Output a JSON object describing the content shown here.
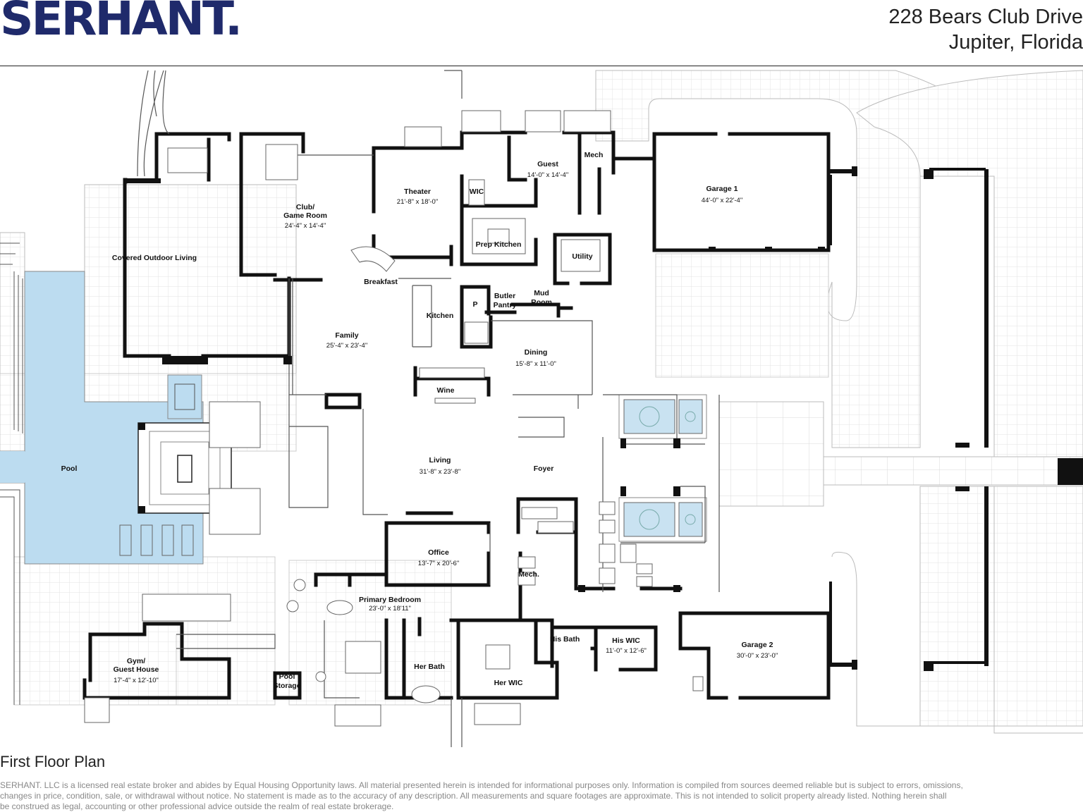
{
  "header": {
    "brand": "SERHANT.",
    "address_line1": "228 Bears Club Drive",
    "address_line2": "Jupiter, Florida"
  },
  "plan": {
    "title": "First Floor Plan",
    "colors": {
      "wall": "#111111",
      "pool": "#bcdcf0",
      "hatch": "#e2e2e2",
      "line": "#999999"
    },
    "rooms": [
      {
        "id": "club",
        "name": "Club/",
        "name2": "Game Room",
        "dims": "24'-4\" x 14'-4\""
      },
      {
        "id": "theater",
        "name": "Theater",
        "dims": "21'-8\" x 18'-0\""
      },
      {
        "id": "wic",
        "name": "WIC"
      },
      {
        "id": "guest",
        "name": "Guest",
        "dims": "14'-0\" x 14'-4\""
      },
      {
        "id": "mech",
        "name": "Mech"
      },
      {
        "id": "garage1",
        "name": "Garage 1",
        "dims": "44'-0\" x 22'-4\""
      },
      {
        "id": "prep",
        "name": "Prep Kitchen"
      },
      {
        "id": "utility",
        "name": "Utility"
      },
      {
        "id": "covered",
        "name": "Covered Outdoor Living"
      },
      {
        "id": "breakfast",
        "name": "Breakfast"
      },
      {
        "id": "kitchen",
        "name": "Kitchen"
      },
      {
        "id": "pantry",
        "name": "P"
      },
      {
        "id": "butler",
        "name": "Butler",
        "name2": "Pantry"
      },
      {
        "id": "mud",
        "name": "Mud",
        "name2": "Room"
      },
      {
        "id": "family",
        "name": "Family",
        "dims": "25'-4\" x 23'-4\""
      },
      {
        "id": "dining",
        "name": "Dining",
        "dims": "15'-8\" x 11'-0\""
      },
      {
        "id": "wine",
        "name": "Wine"
      },
      {
        "id": "pool",
        "name": "Pool"
      },
      {
        "id": "living",
        "name": "Living",
        "dims": "31'-8\" x 23'-8\""
      },
      {
        "id": "foyer",
        "name": "Foyer"
      },
      {
        "id": "office",
        "name": "Office",
        "dims": "13'-7\" x 20'-6\""
      },
      {
        "id": "mech2",
        "name": "Mech."
      },
      {
        "id": "primary",
        "name": "Primary Bedroom",
        "dims": "23'-0\" x 18'11\""
      },
      {
        "id": "gym",
        "name": "Gym/",
        "name2": "Guest House",
        "dims": "17'-4\" x 12'-10\""
      },
      {
        "id": "poolstorage",
        "name": "Pool",
        "name2": "Storage"
      },
      {
        "id": "herbath",
        "name": "Her Bath"
      },
      {
        "id": "herwic",
        "name": "Her WIC"
      },
      {
        "id": "hisbath",
        "name": "His Bath"
      },
      {
        "id": "hiswic",
        "name": "His WIC",
        "dims": "11'-0\" x 12'-6\""
      },
      {
        "id": "garage2",
        "name": "Garage 2",
        "dims": "30'-0\" x 23'-0\""
      }
    ]
  },
  "disclaimer": {
    "line1": "SERHANT. LLC is a licensed real estate broker and abides by Equal Housing Opportunity laws. All material presented herein is intended for informational purposes only. Information is compiled from sources deemed  reliable but is subject to errors, omissions,",
    "line2": "changes in price, condition, sale, or withdrawal without notice. No statement is made as to the accuracy of any description. All measurements and square footages are approximate. This is not intended to solicit property already listed. Nothing herein shall",
    "line3": "be construed as legal, accounting or other professional advice outside the realm of real estate brokerage."
  }
}
